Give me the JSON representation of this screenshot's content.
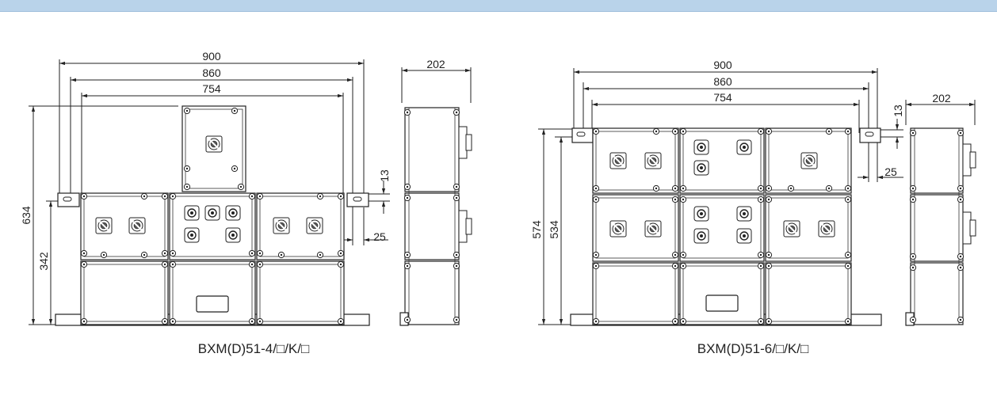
{
  "left_drawing": {
    "caption": "BXM(D)51-4/□/K/□",
    "dims": {
      "w_overall": "900",
      "w_holes": "860",
      "w_body": "754",
      "side_depth": "202",
      "h_total": "634",
      "h_lower": "342",
      "flange_gap": "13",
      "flange_edge": "25"
    }
  },
  "right_drawing": {
    "caption": "BXM(D)51-6/□/K/□",
    "dims": {
      "w_overall": "900",
      "w_holes": "860",
      "w_body": "754",
      "side_depth": "202",
      "h_total": "574",
      "h_lower": "534",
      "flange_gap": "13",
      "flange_edge": "25"
    }
  },
  "colors": {
    "header_bar": "#b9d3ea",
    "line": "#222222"
  }
}
